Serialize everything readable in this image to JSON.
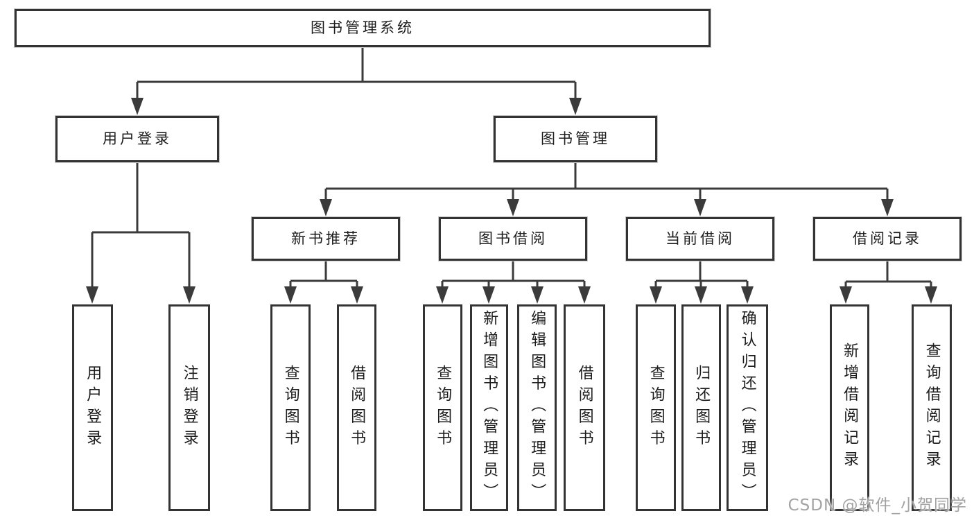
{
  "diagram": {
    "root": {
      "label": "图书管理系统"
    },
    "branches": [
      {
        "label": "用户登录",
        "children": [
          {
            "label": "用户登录"
          },
          {
            "label": "注销登录"
          }
        ]
      },
      {
        "label": "图书管理",
        "children": [
          {
            "label": "新书推荐",
            "children": [
              {
                "label": "查询图书"
              },
              {
                "label": "借阅图书"
              }
            ]
          },
          {
            "label": "图书借阅",
            "children": [
              {
                "label": "查询图书"
              },
              {
                "label": "新增图书（管理员）"
              },
              {
                "label": "编辑图书（管理员）"
              },
              {
                "label": "借阅图书"
              }
            ]
          },
          {
            "label": "当前借阅",
            "children": [
              {
                "label": "查询图书"
              },
              {
                "label": "归还图书"
              },
              {
                "label": "确认归还（管理员）"
              }
            ]
          },
          {
            "label": "借阅记录",
            "children": [
              {
                "label": "新增借阅记录"
              },
              {
                "label": "查询借阅记录"
              }
            ]
          }
        ]
      }
    ]
  },
  "watermark": {
    "text": "CSDN @软件_小贺同学"
  },
  "colors": {
    "line": "#3b3b3b",
    "node_border": "#333333",
    "text": "#1c1c1c",
    "watermark": "#a3a3a3",
    "background": "#ffffff"
  }
}
